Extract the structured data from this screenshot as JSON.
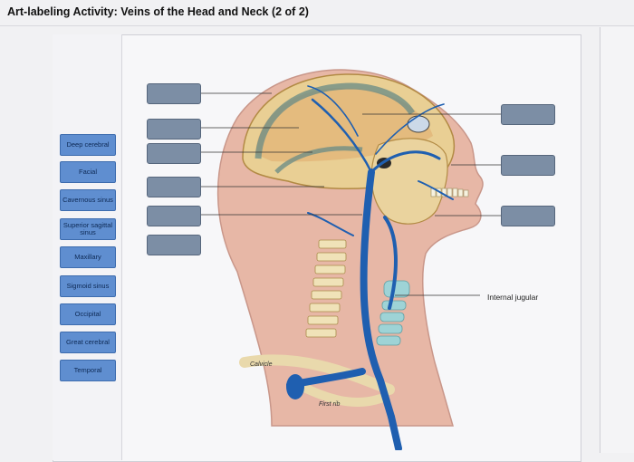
{
  "title": "Art-labeling Activity: Veins of the Head and Neck (2 of 2)",
  "terms": [
    "Deep cerebral",
    "Facial",
    "Cavernous sinus",
    "Superior sagittal sinus",
    "Maxillary",
    "Sigmoid sinus",
    "Occipital",
    "Great cerebral",
    "Temporal"
  ],
  "fixed_labels": {
    "internal_jugular": "Internal jugular"
  },
  "anatomy_labels": {
    "clavicle": "Calvicle",
    "first_rib": "First rib"
  },
  "colors": {
    "term_fill": "#5f8ed0",
    "drop_fill": "#7c8ea5",
    "vein": "#1f5fb0"
  }
}
